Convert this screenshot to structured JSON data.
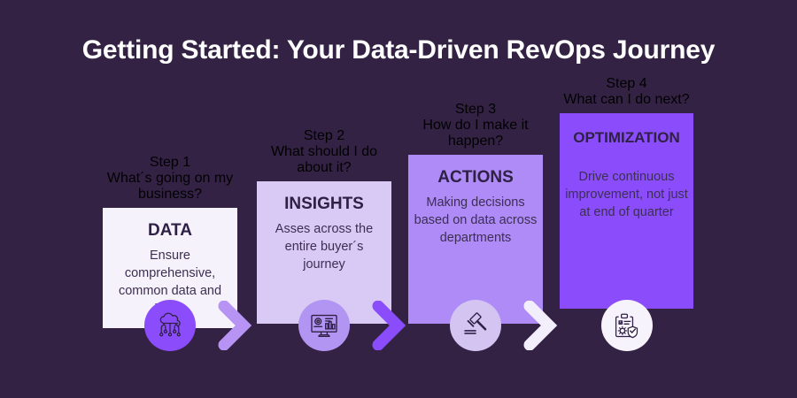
{
  "page": {
    "title": "Getting Started: Your Data-Driven RevOps Journey",
    "background_color": "#332244"
  },
  "steps": [
    {
      "number": "Step 1",
      "question": "What´s going on my business?",
      "card_title": "DATA",
      "card_body": "Ensure comprehensive, common data and KPI´s",
      "card_color": "#f6f2fb",
      "icon_name": "cloud-data-icon",
      "icon_badge_color": "#8b4dfb"
    },
    {
      "number": "Step 2",
      "question": "What should I do about it?",
      "card_title": "INSIGHTS",
      "card_body": "Asses across the entire buyer´s journey",
      "card_color": "#d9c9f5",
      "icon_name": "analytics-dashboard-icon",
      "icon_badge_color": "#b294f2"
    },
    {
      "number": "Step 3",
      "question": "How do I make it happen?",
      "card_title": "ACTIONS",
      "card_body": "Making decisions based on data across departments",
      "card_color": "#ae8bf7",
      "icon_name": "gavel-icon",
      "icon_badge_color": "#d3c4f2"
    },
    {
      "number": "Step 4",
      "question": "What can I do next?",
      "card_title": "OPTIMIZATION",
      "card_body": "Drive continuous improvement, not just at end of quarter",
      "card_color": "#8b4dfb",
      "icon_name": "clipboard-gear-shield-icon",
      "icon_badge_color": "#f7f3fc"
    }
  ],
  "arrows": [
    {
      "name": "chevron-right-icon-1",
      "color": "#b794f4"
    },
    {
      "name": "chevron-right-icon-2",
      "color": "#8b4dfb"
    },
    {
      "name": "chevron-right-icon-3",
      "color": "#f3eefb"
    }
  ]
}
